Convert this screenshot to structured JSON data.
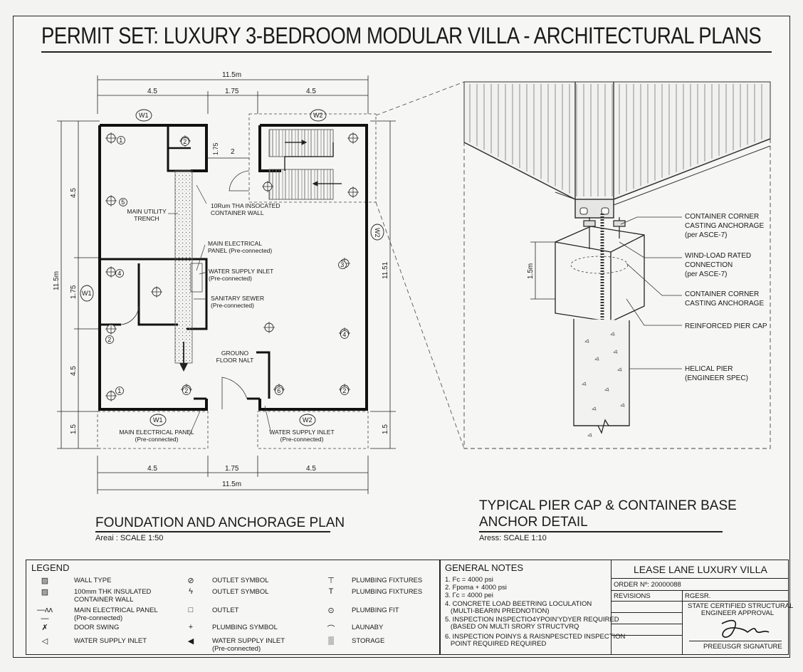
{
  "title": "PERMIT SET: LUXURY 3-BEDROOM MODULAR VILLA - ARCHITECTURAL PLANS",
  "plan": {
    "dims_top": {
      "total": "11.5m",
      "a": "4.5",
      "b": "1.75",
      "c": "4.5"
    },
    "dims_bottom": {
      "total": "11.5m",
      "a": "4.5",
      "b": "1.75",
      "c": "4.5"
    },
    "dims_left": {
      "total": "11.5m",
      "a": "4.5",
      "b": "1.75",
      "c": "4.5",
      "d": "1.5"
    },
    "dims_right": {
      "total": "11.51",
      "d": "1.5"
    },
    "small_dims": {
      "stair_gap": "2",
      "closet": "1.75"
    },
    "wall_tags": {
      "w1_top": "W1",
      "w2_top": "W2",
      "w1_left": "W1",
      "w2_right": "W2",
      "w1_bottom": "W1",
      "w2_bottom": "W2"
    },
    "pier_numbers": [
      "1",
      "2",
      "5",
      "4",
      "2",
      "1",
      "2",
      "6",
      "2",
      "3",
      "4"
    ],
    "labels": {
      "utility_trench": "MAIN UTILITY\nTRENCH",
      "insulated_wall": "10Rum THA INSOCATED\nCONTAINER WALL",
      "electrical_panel": "MAIN ELECTRICAL\nPANEL (Pre-connected)",
      "water_inlet": "WATER SUPPLY INLET\n(Pre-connected)",
      "sewer": "SANITARY SEWER\n(Pre-connected)",
      "ground_floor": "GROUNO\nFLOOR NALT",
      "bottom_electrical": "MAIN ELECTRICAL PANEL\n(Pre-connected)",
      "bottom_water": "WATER SUPPLY INLET\n(Pre-connected)"
    },
    "section_title": "FOUNDATION AND ANCHORAGE PLAN",
    "scale": "Areai : SCALE 1:50"
  },
  "detail": {
    "labels": {
      "corner_casting_1": "CONTAINER CORNER\nCASTING ANCHORAGE\n(per ASCE-7)",
      "wind_load": "WIND-LOAD RATED\nCONNECTION\n(per ASCE-7)",
      "corner_casting_2": "CONTAINER CORNER\nCASTING ANCHORAGE",
      "pier_cap": "REINFORCED PIER CAP",
      "helical_pier": "HELICAL PIER\n(ENGINEER SPEC)"
    },
    "height_dim": "1.5m",
    "section_title_1": "TYPICAL PIER CAP & CONTAINER BASE",
    "section_title_2": "ANCHOR DETAIL",
    "scale": "Aress: SCALE 1:10"
  },
  "legend": {
    "title": "LEGEND",
    "col1": [
      {
        "icon": "hatch-bar-icon",
        "text": "WALL TYPE"
      },
      {
        "icon": "hatch-bar-icon",
        "text": "100mm THK INSULATED\nCONTAINER WALL"
      },
      {
        "icon": "resistor-icon",
        "text": "MAIN ELECTRICAL PANEL\n(Pre-connected)"
      },
      {
        "icon": "door-swing-icon",
        "text": "DOOR SWING"
      },
      {
        "icon": "arrow-left-icon",
        "text": "WATER SUPPLY INLET"
      }
    ],
    "col2": [
      {
        "icon": "outlet-circle-icon",
        "text": "OUTLET SYMBOL"
      },
      {
        "icon": "lightning-icon",
        "text": "OUTLET SYMBOL"
      },
      {
        "icon": "square-icon",
        "text": "OUTLET"
      },
      {
        "icon": "plus-icon",
        "text": "PLUMBING SYMBOL"
      },
      {
        "icon": "arrow-filled-icon",
        "text": "WATER SUPPLY INLET\n(Pre-connected)"
      }
    ],
    "col3": [
      {
        "icon": "faucet-icon",
        "text": "PLUMBING FIXTURES"
      },
      {
        "icon": "tap-icon",
        "text": "PLUMBING FIXTURES"
      },
      {
        "icon": "tub-icon",
        "text": "PLUMBING FIT"
      },
      {
        "icon": "arc-icon",
        "text": "LAUNABY"
      },
      {
        "icon": "dotted-box-icon",
        "text": "STORAGE"
      }
    ]
  },
  "notes": {
    "title": "GENERAL NOTES",
    "items": [
      "1. Fc = 4000 psi",
      "2. Fpoma + 4000 psi",
      "3. Γc = 4000 pei",
      "4. CONCRETE LOAD BEETRING LOCULATION\n   (MULTI-BEARIN PREDNOTION)",
      "5. INSPECTION INSPECTIO4YPOIN'YDYER REQUIRED\n   (BASED ON MULTI SRORY STRUCTVRQ",
      "6. INSPECTION POINYS & RAISNPESCTED INSPECTION\n   POINT REQUIRED REQUIRED"
    ]
  },
  "title_block": {
    "project": "LEASE LANE LUXURY VILLA",
    "order": "ORDER Nº: 20000088",
    "revisions": "REVISIONS",
    "reg": "RGESR.",
    "approval": "STATE CERTIFIED STRUCTURAL\nENGINEER APPROVAL",
    "signature_caption": "PREEUSGR SIGNATURE"
  }
}
